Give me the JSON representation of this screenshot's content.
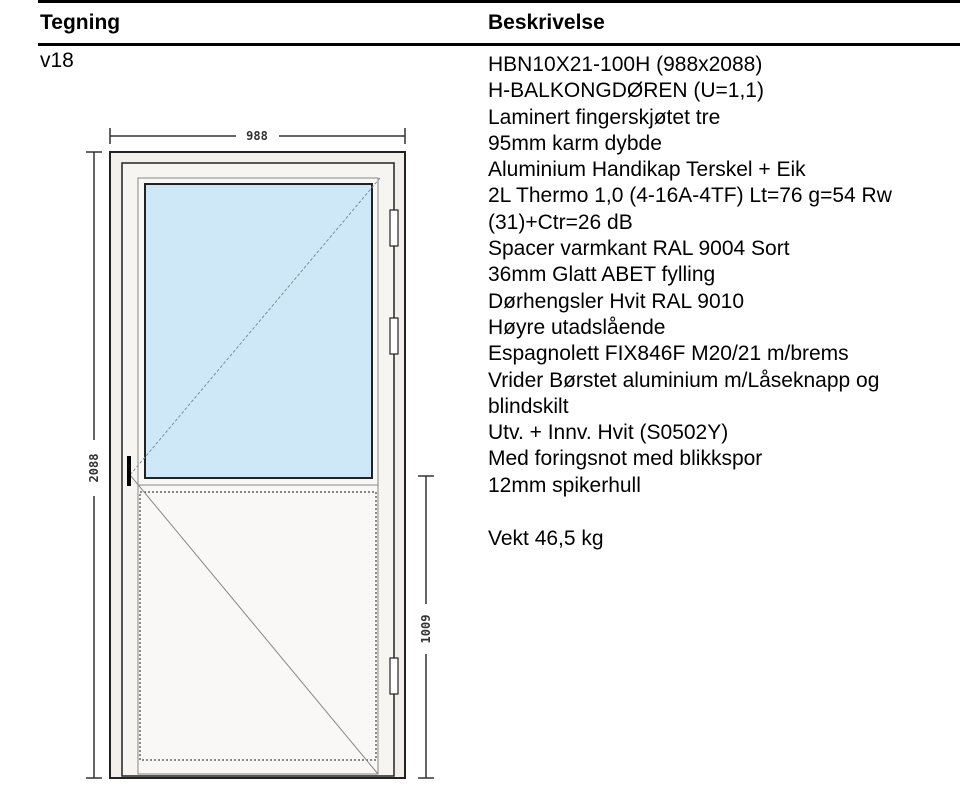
{
  "headers": {
    "drawing": "Tegning",
    "description": "Beskrivelse"
  },
  "version": "v18",
  "description_lines": [
    "HBN10X21-100H (988x2088)",
    "H-BALKONGDØREN (U=1,1)",
    "Laminert fingerskjøtet tre",
    "95mm karm dybde",
    "Aluminium Handikap Terskel + Eik",
    "2L Thermo 1,0 (4-16A-4TF) Lt=76 g=54 Rw",
    "(31)+Ctr=26 dB",
    "Spacer varmkant RAL 9004 Sort",
    "36mm Glatt ABET fylling",
    "Dørhengsler Hvit RAL 9010",
    "Høyre utadslående",
    "Espagnolett FIX846F M20/21 m/brems",
    "Vrider Børstet aluminium m/Låseknapp og",
    "blindskilt",
    "Utv. + Innv. Hvit (S0502Y)",
    "Med foringsnot med blikkspor",
    "12mm spikerhull"
  ],
  "weight": "Vekt 46,5 kg",
  "dimensions": {
    "width": "988",
    "height": "2088",
    "lower_height": "1009"
  },
  "colors": {
    "glass": "#cfe8f7",
    "frame_stroke": "#222222",
    "frame_fill": "#f3f0ec"
  }
}
